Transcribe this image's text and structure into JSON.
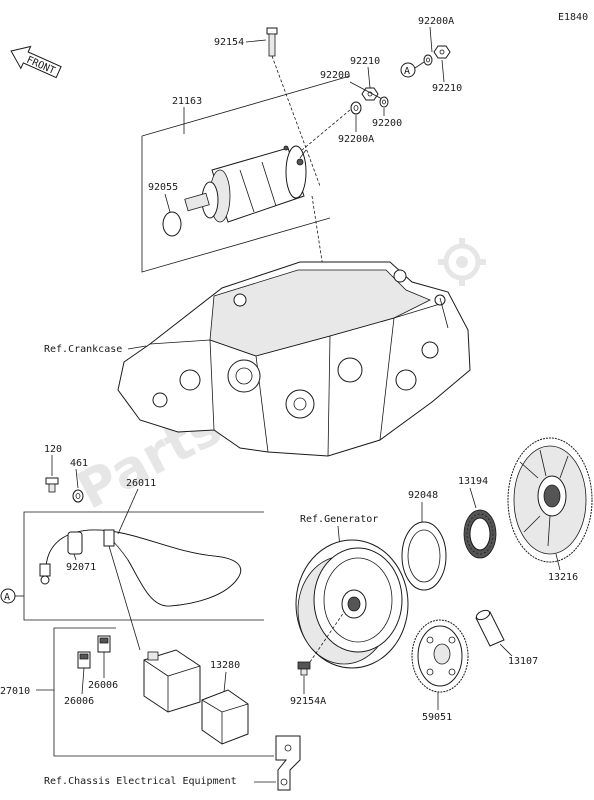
{
  "diagram_code": "E1840",
  "front_label": "FRONT",
  "watermark": "PartsRepublik",
  "callout_letter": "A",
  "refs": {
    "crankcase": "Ref.Crankcase",
    "generator": "Ref.Generator",
    "chassis": "Ref.Chassis Electrical Equipment"
  },
  "parts": {
    "p92154": "92154",
    "p92200A_top": "92200A",
    "p92210_a": "92210",
    "p92200_a": "92200",
    "p92210_b": "92210",
    "p92200_b": "92200",
    "p92200A_b": "92200A",
    "p21163": "21163",
    "p92055": "92055",
    "p120": "120",
    "p461": "461",
    "p26011": "26011",
    "p92071": "92071",
    "p27010": "27010",
    "p26006_a": "26006",
    "p26006_b": "26006",
    "p13280": "13280",
    "p92048": "92048",
    "p13194": "13194",
    "p13216": "13216",
    "p13107": "13107",
    "p92154A": "92154A",
    "p59051": "59051"
  }
}
